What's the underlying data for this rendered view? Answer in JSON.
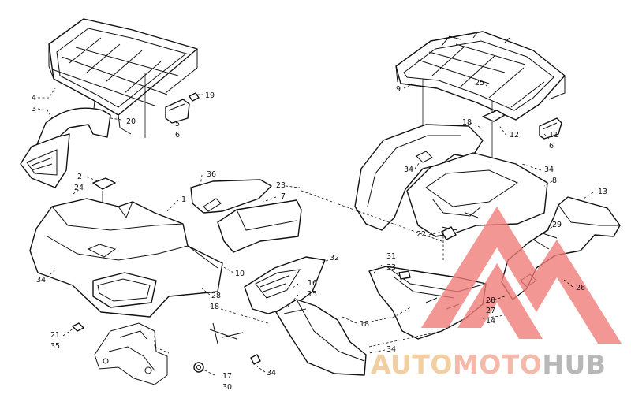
{
  "diagram": {
    "callouts": [
      {
        "id": "c4",
        "label": "4"
      },
      {
        "id": "c3",
        "label": "3"
      },
      {
        "id": "c20",
        "label": "20"
      },
      {
        "id": "c19",
        "label": "19"
      },
      {
        "id": "c5",
        "label": "5"
      },
      {
        "id": "c6a",
        "label": "6"
      },
      {
        "id": "c2",
        "label": "2"
      },
      {
        "id": "c24",
        "label": "24"
      },
      {
        "id": "c36",
        "label": "36"
      },
      {
        "id": "c1",
        "label": "1"
      },
      {
        "id": "c23",
        "label": "23"
      },
      {
        "id": "c7",
        "label": "7"
      },
      {
        "id": "c34a",
        "label": "34"
      },
      {
        "id": "c10",
        "label": "10"
      },
      {
        "id": "c28a",
        "label": "28"
      },
      {
        "id": "c18a",
        "label": "18"
      },
      {
        "id": "c21",
        "label": "21"
      },
      {
        "id": "c35",
        "label": "35"
      },
      {
        "id": "c17",
        "label": "17"
      },
      {
        "id": "c30",
        "label": "30"
      },
      {
        "id": "c34b",
        "label": "34"
      },
      {
        "id": "c32",
        "label": "32"
      },
      {
        "id": "c16",
        "label": "16"
      },
      {
        "id": "c15",
        "label": "15"
      },
      {
        "id": "c18b",
        "label": "18"
      },
      {
        "id": "c34c",
        "label": "34"
      },
      {
        "id": "c31",
        "label": "31"
      },
      {
        "id": "c33",
        "label": "33"
      },
      {
        "id": "c9",
        "label": "9"
      },
      {
        "id": "c25",
        "label": "25"
      },
      {
        "id": "c18c",
        "label": "18"
      },
      {
        "id": "c12",
        "label": "12"
      },
      {
        "id": "c11",
        "label": "11"
      },
      {
        "id": "c6b",
        "label": "6"
      },
      {
        "id": "c34d",
        "label": "34"
      },
      {
        "id": "c34e",
        "label": "34"
      },
      {
        "id": "c8",
        "label": "8"
      },
      {
        "id": "c13",
        "label": "13"
      },
      {
        "id": "c22",
        "label": "22"
      },
      {
        "id": "c29",
        "label": "29"
      },
      {
        "id": "c26",
        "label": "26"
      },
      {
        "id": "c28b",
        "label": "28"
      },
      {
        "id": "c27",
        "label": "27"
      },
      {
        "id": "c14",
        "label": "14"
      }
    ]
  },
  "watermark": {
    "brand_part1": "AUTO",
    "brand_part2": "MOTO",
    "brand_part3": "HUB",
    "color_auto": "#f2cfa0",
    "color_moto": "#f5b9a9",
    "color_hub": "#b8b8b8",
    "logo_color": "#f07a77"
  }
}
